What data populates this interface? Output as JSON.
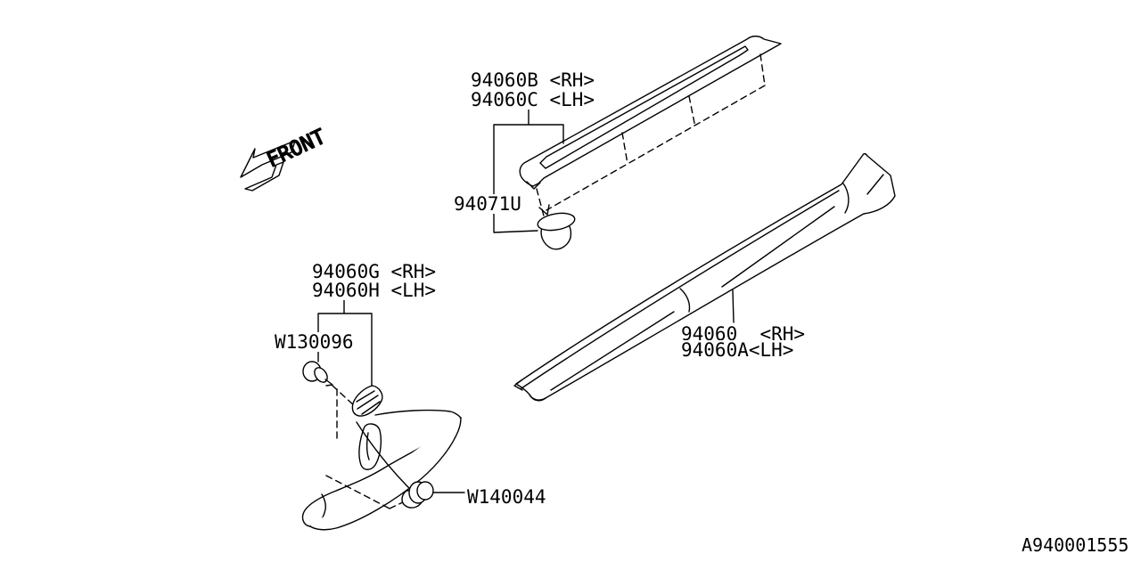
{
  "labels": {
    "front": "FRONT",
    "top_rh": "94060B <RH>",
    "top_lh": "94060C <LH>",
    "clip_top": "94071U",
    "kick_rh": "94060G <RH>",
    "kick_lh": "94060H <LH>",
    "clip_kick": "W130096",
    "sill_rh": "94060  <RH>",
    "sill_lh": "94060A<LH>",
    "clip_sill": "W140044",
    "diagram_id": "A940001555"
  },
  "colors": {
    "line": "#000000",
    "background": "#ffffff",
    "text": "#000000"
  }
}
